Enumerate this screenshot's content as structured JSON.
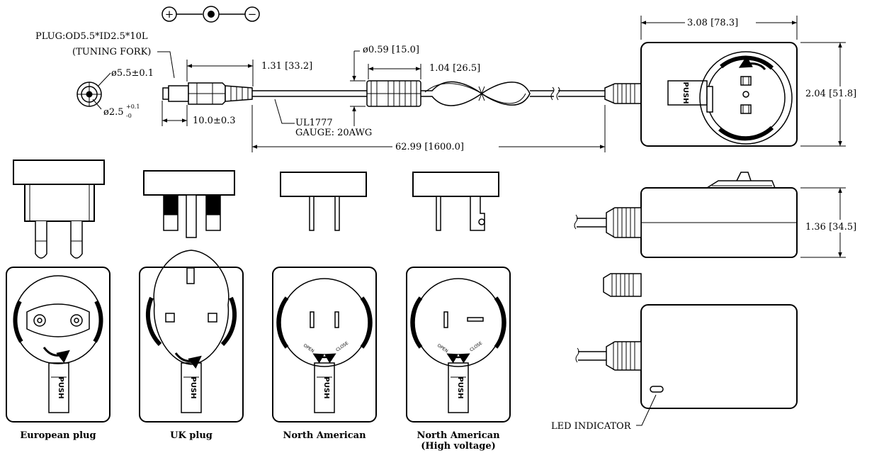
{
  "polarity": {
    "plus": "+",
    "minus": "−"
  },
  "plug": {
    "spec_line1": "PLUG:OD5.5*ID2.5*10L",
    "spec_line2": "(TUNING FORK)",
    "od": "ø5.5±0.1",
    "id": "ø2.5",
    "id_tol_upper": "+0.1",
    "id_tol_lower": "-0",
    "length": "10.0±0.3"
  },
  "cable": {
    "plug_to_strain": "1.31 [33.2]",
    "ferrite_dia": "ø0.59 [15.0]",
    "ferrite_len": "1.04 [26.5]",
    "ul": "UL1777",
    "gauge": "GAUGE: 20AWG",
    "total_length": "62.99 [1600.0]"
  },
  "adapter": {
    "width": "3.08 [78.3]",
    "height": "2.04 [51.8]",
    "depth": "1.36 [34.5]",
    "led_label": "LED INDICATOR",
    "push_label": "PUSH"
  },
  "plugs": [
    {
      "label": "European plug"
    },
    {
      "label": "UK plug"
    },
    {
      "label": "North American"
    },
    {
      "label": "North American",
      "label2": "(High voltage)"
    }
  ],
  "lock": {
    "open": "OPEN",
    "close": "CLOSE"
  }
}
